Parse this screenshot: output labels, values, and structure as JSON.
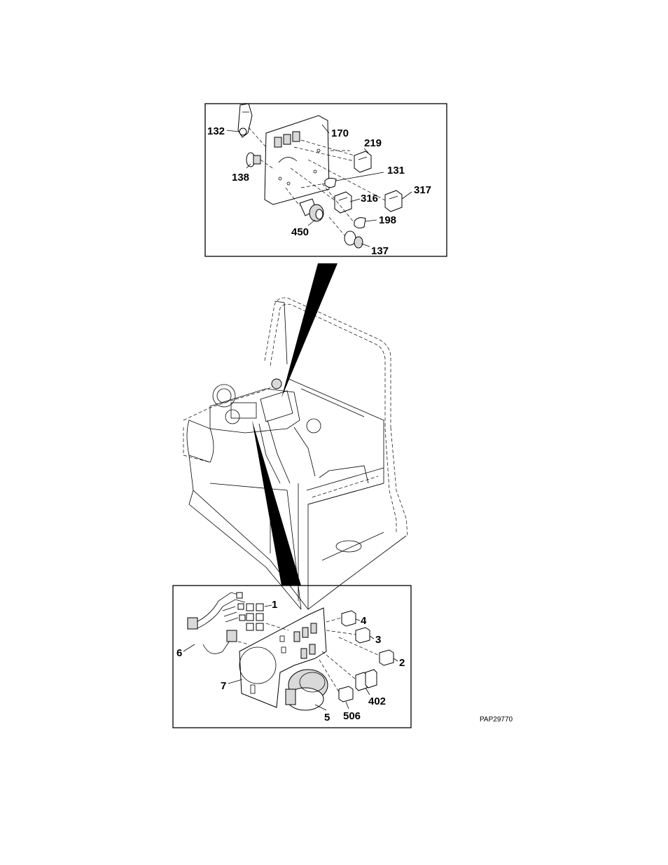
{
  "figure_id": "PAP29770",
  "top_inset": {
    "callouts": [
      "132",
      "170",
      "219",
      "138",
      "131",
      "316",
      "317",
      "198",
      "450",
      "137"
    ]
  },
  "bottom_inset": {
    "callouts": [
      "1",
      "4",
      "3",
      "6",
      "2",
      "7",
      "402",
      "5",
      "506"
    ]
  }
}
